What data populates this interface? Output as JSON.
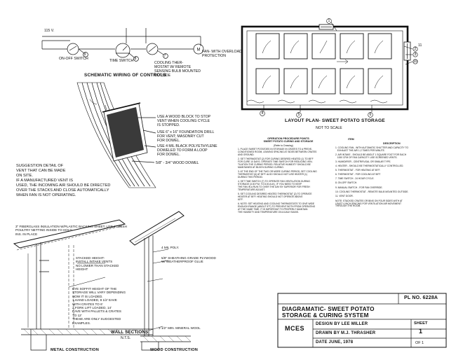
{
  "schematic": {
    "voltage": "115 V.",
    "on_off_switch": "ON-OFF SWITCH",
    "time_switch": "TIME SWITCH",
    "cooling_thermostat": "COOLING THER-\nMOSTAT W/ REMOTE\nSENSING BULB MOUNTED\nOUTSIDE",
    "fan_label": "FAN- WITH OVERLOAD\nPROTECTION",
    "title": "SCHEMATIC WIRING OF CONTROLS",
    "callouts": [
      "9",
      "8",
      "7"
    ]
  },
  "vent_detail": {
    "note_block": "USE A WOOD BLOCK TO STOP\nVENT WHEN COOLING CYCLE\nIS STOPPED.",
    "note_drill": "USE 6\" x 16\" FOUNDATION DRILL\nFOR VENT; MASONRY CUT\nFOR DOWEL.",
    "note_poly": "USE 4 MIL BLACK POLYETHYLENE\nDOWELED TO FORM A LOOP\nFOR DOWEL.",
    "note_dowel": "5/8\" - 3/4\" WOOD DOWEL",
    "suggestion": "SUGGESTION DETAIL OF\nVENT THAT CAN BE MADE\nON SITE.\nIF A MANUFACTURED VENT IS\nUSED, THE INCOMING AIR SHOULD BE DIRECTED\nOVER THE STACKS AND CLOSE AUTOMATICALLY\nWHEN FAN IS NOT OPERATING."
  },
  "layout_plan": {
    "title": "LAYOUT PLAN- SWEET POTATO STORAGE",
    "scale": "NOT TO SCALE",
    "callouts": [
      "1",
      "2",
      "3",
      "10",
      "11",
      "4",
      "5",
      "6"
    ]
  },
  "procedures": {
    "title": "OPERATION PROCEDURE POINTS\nSWEET POTATO CURING AND STORAGE",
    "subtitle": "(Refer to Drawing)",
    "items": [
      "1. PLACE SWEET POTATOES IN STORAGE IN CRATES TO A PREVE-\nCONDITIONED ROOM, LEAVING SPACING AT SIDES BETWEEN CRATES\nAND GROUND.",
      "2. SET THERMOSTAT (2) FOR CURING DESIRED HEATED (1) TO 85°F\nFOR CURE 10 DAYS. OPERATE TIME SWITCH FOR REDUCING VEN-\nTILATION THE CURING PERIOD. RELATIVE HUMIDITY SHOULD BE\nMAINTAINED AT 85-90% DURING CURING.",
      "3. AT THE END OF THE TWO OR MORE CURING PERIOD, SET COOLING\nTHERMOSTAT (6) AT 55°F. ALSO SHOULD NOT USE HEATER (1)\nDURING THIS PERIOD.",
      "4. SET TIME SWITCH (7) TO OPERATE FAN VENTILATION DURING\nSTORAGE (3.00 P.M. TO 8.00 A.M.). IF YOU NEED TO KEEP\nTHE FAN IN A RUN TO OVER THE DAY BY SUPERIOR FOR FRESH\nTEMPERATURE ADJUST.",
      "5. SET COOLING DESIRED HEATED THERMOSTAT (2) TO OPERATE\nHEATER AT 55°F. HEATING SHOULD NOT OPERATE ABOVE\n60°F.",
      "6. NOTE: SET HEATING AND COOLING THERMOSTATS TO GIVE WIDE\nENOUGH RANGE (ABOUT 5°F) TO PREVENT BOTH FROM OPERATING\nAT THE SAME TIME. IT IS IMPORTANT TO PROPERLY MAINTAIN\nTHE HUMIDITY AND TEMPERATURE ON A DAILY BASIS."
    ]
  },
  "legend": {
    "header_left": "ITEM",
    "header_right": "DESCRIPTION",
    "items": [
      "1. COOLING FAN - WITH AUTOMATIC SHUTTER AND CAPACITY TO\n   EXHAUST THE AIR 1-2 TIMES PER MINUTE.",
      "2. AIR INTAKE - SHOULD BE ABOUT 1 SQUARE FOOT FOR EACH\n   1000 CFM OF FAN CAPACITY. USE SCREENED VENTS.",
      "3. HUMIDIFIER - CENTRIFUGAL OR SIMILAR TYPE.",
      "4. HEATER - SHOULD BE THERMOSTATICALLY CONTROLLED.",
      "5. THERMOSTAT - FOR HEATING AT 55°F.",
      "6. THERMOSTAT - FOR COOLING AT 55°F.",
      "7. TIME SWITCH - 24 HOUR CYCLE.",
      "8. ON-OFF SWITCH.",
      "9. MANUAL SWITCH - FOR FAN OVERRIDE.",
      "10. COOLING THERMOSTAT - REMOTE BULB MOUNTED OUTSIDE.",
      "11. VENT DOOR."
    ],
    "note": "NOTE: STACKED CRATES OR BINS ON FOUR SIDES WITH AT\nLEAST 4 INCH SPACING FOR VENTILATION AIR MOVEMENT\nTHROUGH THE ROOM."
  },
  "wall_sections": {
    "title": "WALL SECTIONS",
    "subtitle": "N.T.S.",
    "metal_title": "METAL CONSTRUCTION",
    "wood_title": "WOOD CONSTRUCTION",
    "insulation_note": "3\" FIBERGLASS INSULATION W/PLASTIC BACKING SHEET, USE 2\" MESH\nPOULTRY NETTING INSIDE TO HOLD\nINS. IN PLACE",
    "stacked_note": "STACKED HEIGHT-\nINSTALL INTAKE VENTS\nNO LOWER THAN STACKED\nHEIGHT",
    "eave_note": "EYE SOFFIT HEIGHT OF THE\nSTORAGE WILL VARY DEPENDING\nHOW IT IS LOADED.\n1.HAND LOADED, 8 1/2' EAVE\nWITH CRATES TO 6'\n2.FORK LIFT LOADED, 14'\nEAVE WITH PALLETS & CRATES\nTO 12'\nTHESE ARE ONLY SUGGESTED\nEXAMPLES.",
    "poly_note": "4 MIL POLY.",
    "sheathing_note": "5/8\" SHEATHING GRADE PLYWOOD\nW/ WEATHERPROOF GLUE",
    "mineral_note": "3 1/2\" MIN. MINERAL WOOL"
  },
  "title_block": {
    "plan_no": "PL NO. 6228A",
    "title": "DIAGRAMATIC- SWEET POTATO\nSTORAGE & CURING SYSTEM",
    "logo": "MCES",
    "design": "DESIGN BY LEE MILLER",
    "drawn": "DRAWN BY M.J. THRASHER",
    "date": "DATE JUNE, 1978",
    "sheet_label": "SHEET",
    "sheet_num": "1",
    "of": "OF 1"
  }
}
